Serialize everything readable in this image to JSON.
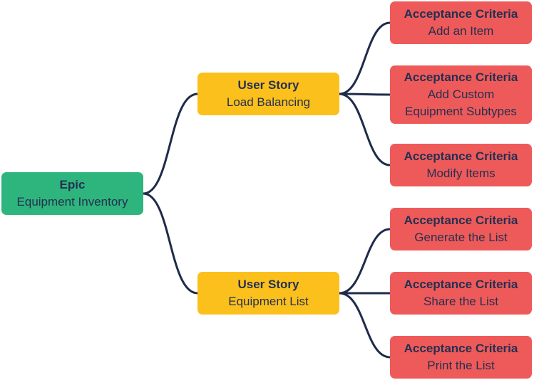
{
  "epic": {
    "title": "Epic",
    "subtitle": "Equipment Inventory"
  },
  "stories": [
    {
      "title": "User Story",
      "subtitle": "Load Balancing",
      "criteria": [
        {
          "title": "Acceptance Criteria",
          "lines": [
            "Add an Item"
          ]
        },
        {
          "title": "Acceptance Criteria",
          "lines": [
            "Add Custom",
            "Equipment Subtypes"
          ]
        },
        {
          "title": "Acceptance Criteria",
          "lines": [
            "Modify Items"
          ]
        }
      ]
    },
    {
      "title": "User Story",
      "subtitle": "Equipment List",
      "criteria": [
        {
          "title": "Acceptance Criteria",
          "lines": [
            "Generate the List"
          ]
        },
        {
          "title": "Acceptance Criteria",
          "lines": [
            "Share the List"
          ]
        },
        {
          "title": "Acceptance Criteria",
          "lines": [
            "Print the List"
          ]
        }
      ]
    }
  ],
  "colors": {
    "epic": "#2eb57e",
    "story": "#fcc01c",
    "criteria": "#ee5a5a",
    "text": "#24304f",
    "connector": "#1f2b4a"
  }
}
